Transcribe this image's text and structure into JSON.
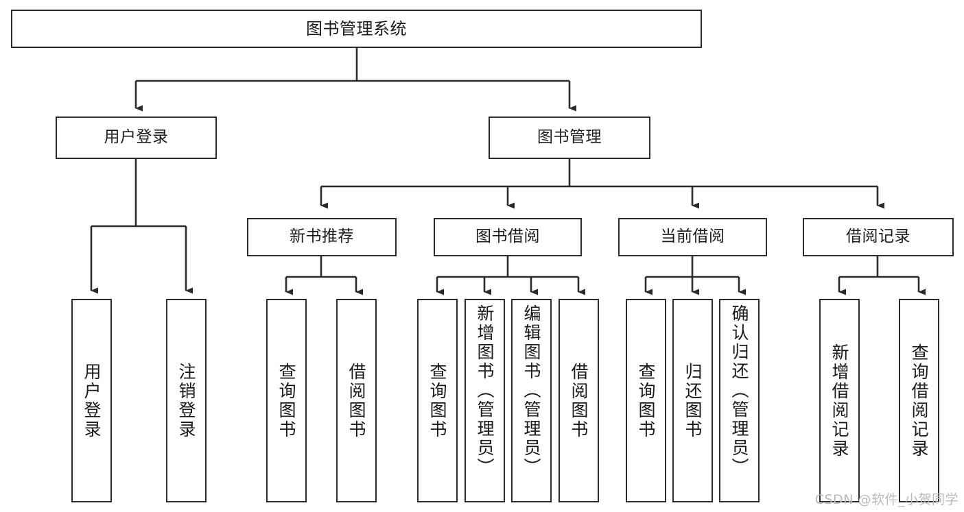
{
  "diagram": {
    "title": "图书管理系统",
    "stroke_color": "#2b2b2b",
    "background_color": "#ffffff",
    "watermark": "CSDN @软件_小贺同学",
    "nodes": {
      "root": {
        "label": "图书管理系统"
      },
      "level2": [
        {
          "id": "user-login",
          "label": "用户登录"
        },
        {
          "id": "book-management",
          "label": "图书管理"
        }
      ],
      "level3": [
        {
          "id": "new-book-recommend",
          "label": "新书推荐"
        },
        {
          "id": "book-borrow",
          "label": "图书借阅"
        },
        {
          "id": "current-borrow",
          "label": "当前借阅"
        },
        {
          "id": "borrow-record",
          "label": "借阅记录"
        }
      ],
      "leaves": {
        "user_login": [
          {
            "id": "leaf-user-login",
            "label": "用户登录"
          },
          {
            "id": "leaf-logout-login",
            "label": "注销登录"
          }
        ],
        "new_book_recommend": [
          {
            "id": "leaf-query-book-1",
            "label": "查询图书"
          },
          {
            "id": "leaf-borrow-book-1",
            "label": "借阅图书"
          }
        ],
        "book_borrow": [
          {
            "id": "leaf-query-book-2",
            "label": "查询图书"
          },
          {
            "id": "leaf-add-book",
            "label": "新增图书（管理员）"
          },
          {
            "id": "leaf-edit-book",
            "label": "编辑图书（管理员）"
          },
          {
            "id": "leaf-borrow-book-2",
            "label": "借阅图书"
          }
        ],
        "current_borrow": [
          {
            "id": "leaf-query-book-3",
            "label": "查询图书"
          },
          {
            "id": "leaf-return-book",
            "label": "归还图书"
          },
          {
            "id": "leaf-confirm-return",
            "label": "确认归还（管理员）"
          }
        ],
        "borrow_record": [
          {
            "id": "leaf-add-record",
            "label": "新增借阅记录"
          },
          {
            "id": "leaf-query-record",
            "label": "查询借阅记录"
          }
        ]
      }
    }
  }
}
